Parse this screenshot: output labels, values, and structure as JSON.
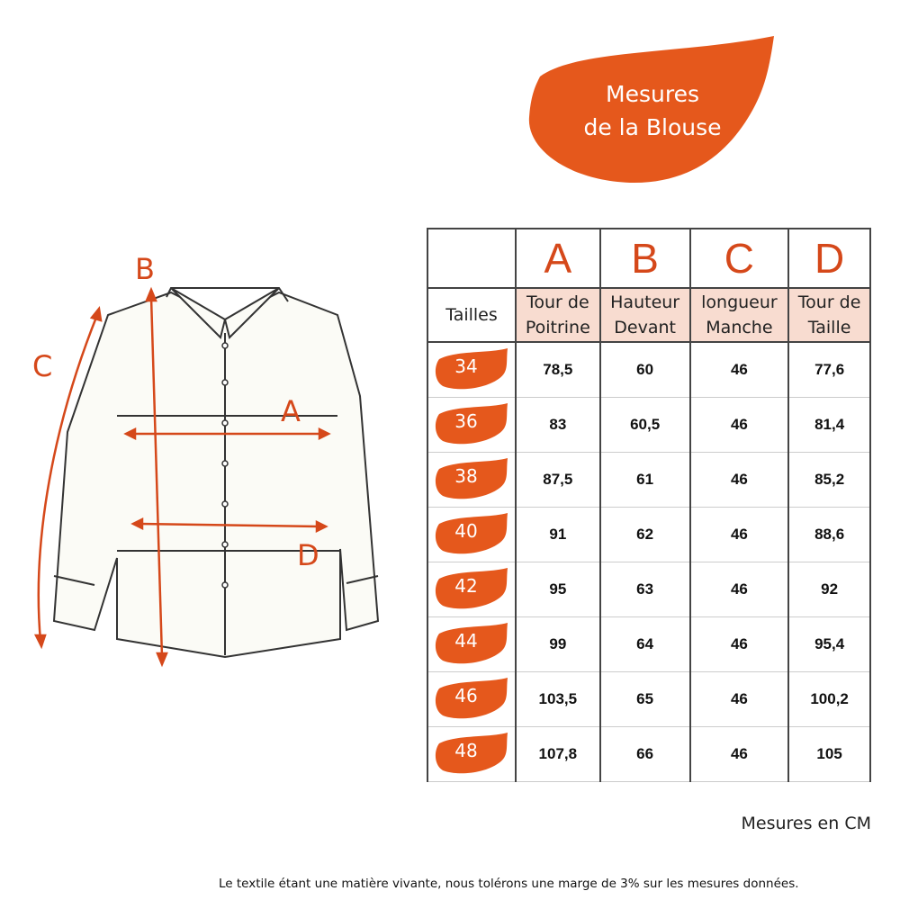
{
  "title": [
    "Mesures",
    "de la Blouse"
  ],
  "diagram_labels": {
    "a": "A",
    "b": "B",
    "c": "C",
    "d": "D"
  },
  "table": {
    "letters": [
      "A",
      "B",
      "C",
      "D"
    ],
    "size_header": "Tailles",
    "columns": [
      [
        "Tour de",
        "Poitrine"
      ],
      [
        "Hauteur",
        "Devant"
      ],
      [
        "longueur",
        "Manche"
      ],
      [
        "Tour de",
        "Taille"
      ]
    ],
    "rows": [
      {
        "size": "34",
        "values": [
          "78,5",
          "60",
          "46",
          "77,6"
        ]
      },
      {
        "size": "36",
        "values": [
          "83",
          "60,5",
          "46",
          "81,4"
        ]
      },
      {
        "size": "38",
        "values": [
          "87,5",
          "61",
          "46",
          "85,2"
        ]
      },
      {
        "size": "40",
        "values": [
          "91",
          "62",
          "46",
          "88,6"
        ]
      },
      {
        "size": "42",
        "values": [
          "95",
          "63",
          "46",
          "92"
        ]
      },
      {
        "size": "44",
        "values": [
          "99",
          "64",
          "46",
          "95,4"
        ]
      },
      {
        "size": "46",
        "values": [
          "103,5",
          "65",
          "46",
          "100,2"
        ]
      },
      {
        "size": "48",
        "values": [
          "107,8",
          "66",
          "46",
          "105"
        ]
      }
    ]
  },
  "unit_note": "Mesures en CM",
  "disclaimer": "Le textile étant une matière vivante, nous tolérons une marge de 3% sur les mesures données.",
  "colors": {
    "accent": "#e5581c",
    "letter": "#d5481a"
  }
}
